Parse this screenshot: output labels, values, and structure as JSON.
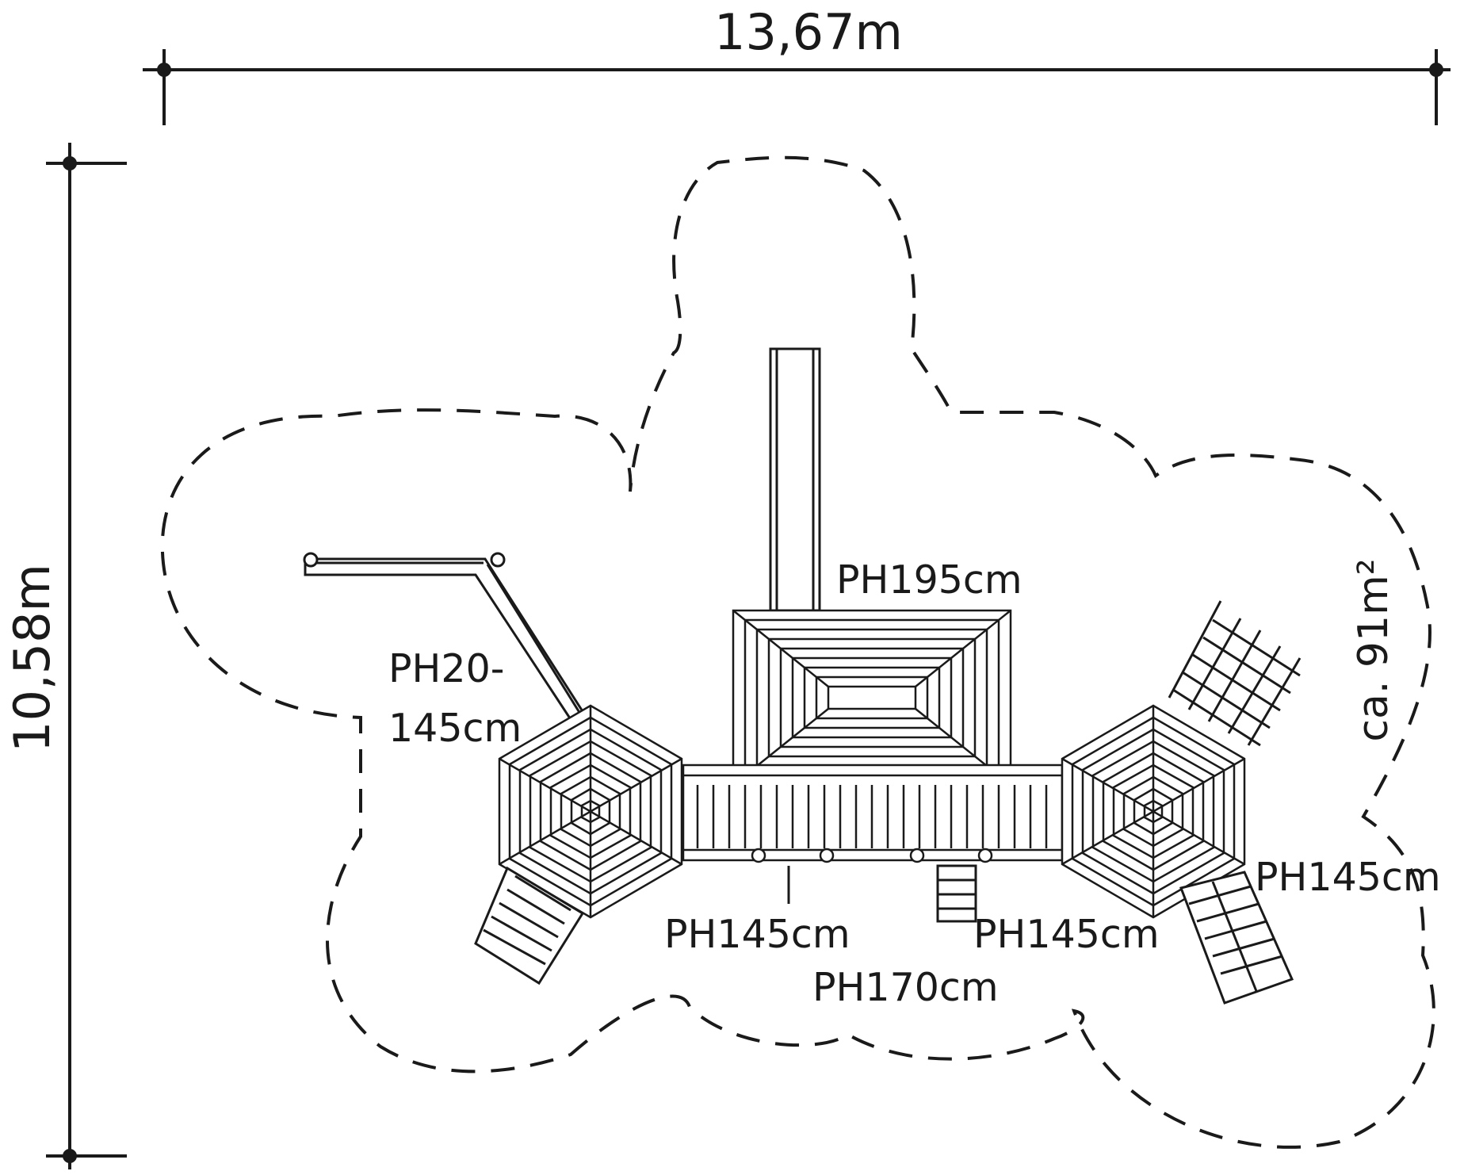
{
  "dimensions": {
    "width": "13,67m",
    "depth": "10,58m"
  },
  "area": "ca. 91m²",
  "platform_heights": {
    "left_line1": "PH20-",
    "left_line2": "145cm",
    "top_center": "PH195cm",
    "bottom_left": "PH145cm",
    "bottom_mid": "PH145cm",
    "bottom_center": "PH170cm",
    "right": "PH145cm"
  },
  "colors": {
    "ink": "#1a1a1a",
    "background": "#ffffff"
  }
}
